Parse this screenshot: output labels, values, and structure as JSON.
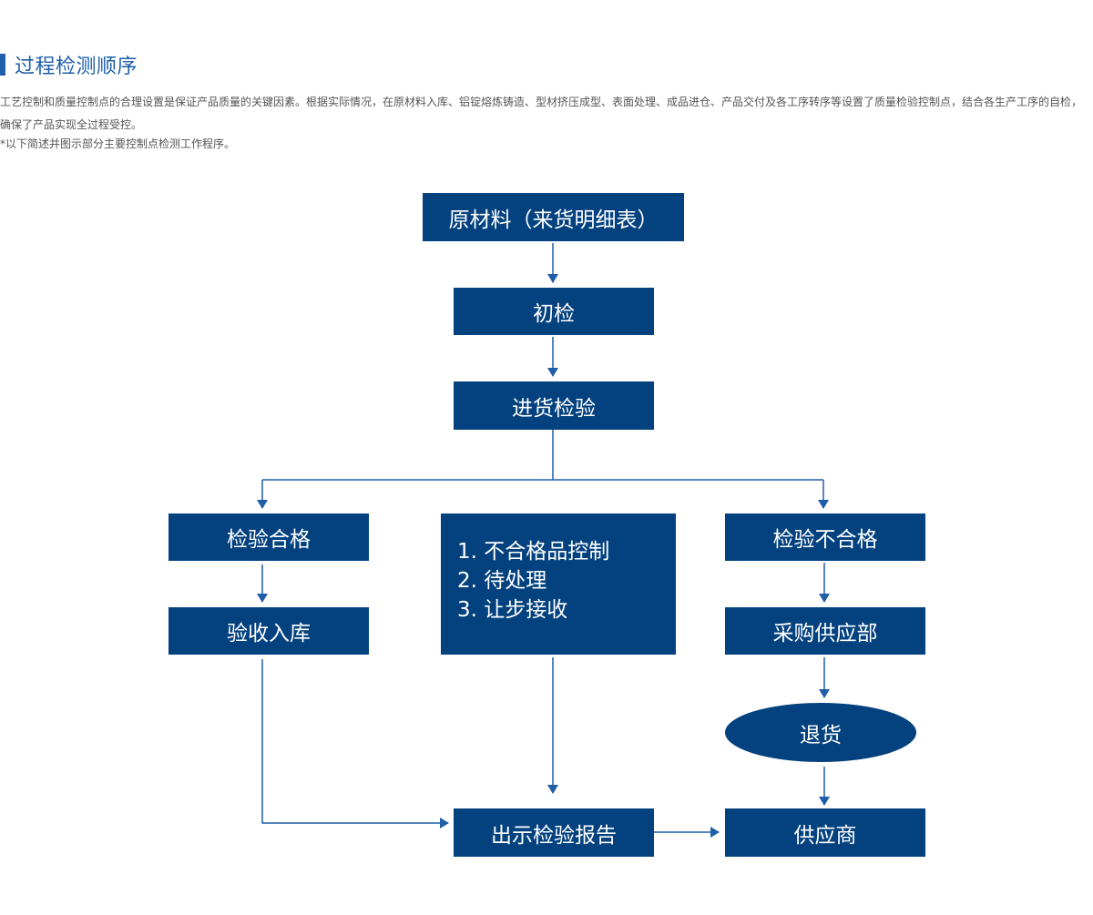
{
  "header": {
    "title": "过程检测顺序"
  },
  "intro": {
    "paragraph": "工艺控制和质量控制点的合理设置是保证产品质量的关键因素。根据实际情况，在原材料入库、铝锭熔炼铸造、型材挤压成型、表面处理、成品进仓、产品交付及各工序转序等设置了质量检验控制点，结合各生产工序的自检，确保了产品实现全过程受控。",
    "note": "*以下简述并图示部分主要控制点检测工作程序。"
  },
  "colors": {
    "box_fill": "#04427f",
    "box_text": "#ffffff",
    "title_accent": "#1f5ea8",
    "connector": "#1f5ea8"
  },
  "flow": {
    "raw_material": "原材料（来货明细表）",
    "initial_check": "初检",
    "incoming_inspection": "进货检验",
    "passed": "检验合格",
    "warehouse_in": "验收入库",
    "nonconforming_items": [
      "1. 不合格品控制",
      "2.  待处理",
      "3. 让步接收"
    ],
    "failed": "检验不合格",
    "purchasing_dept": "采购供应部",
    "return_goods": "退货",
    "issue_report": "出示检验报告",
    "supplier": "供应商"
  }
}
